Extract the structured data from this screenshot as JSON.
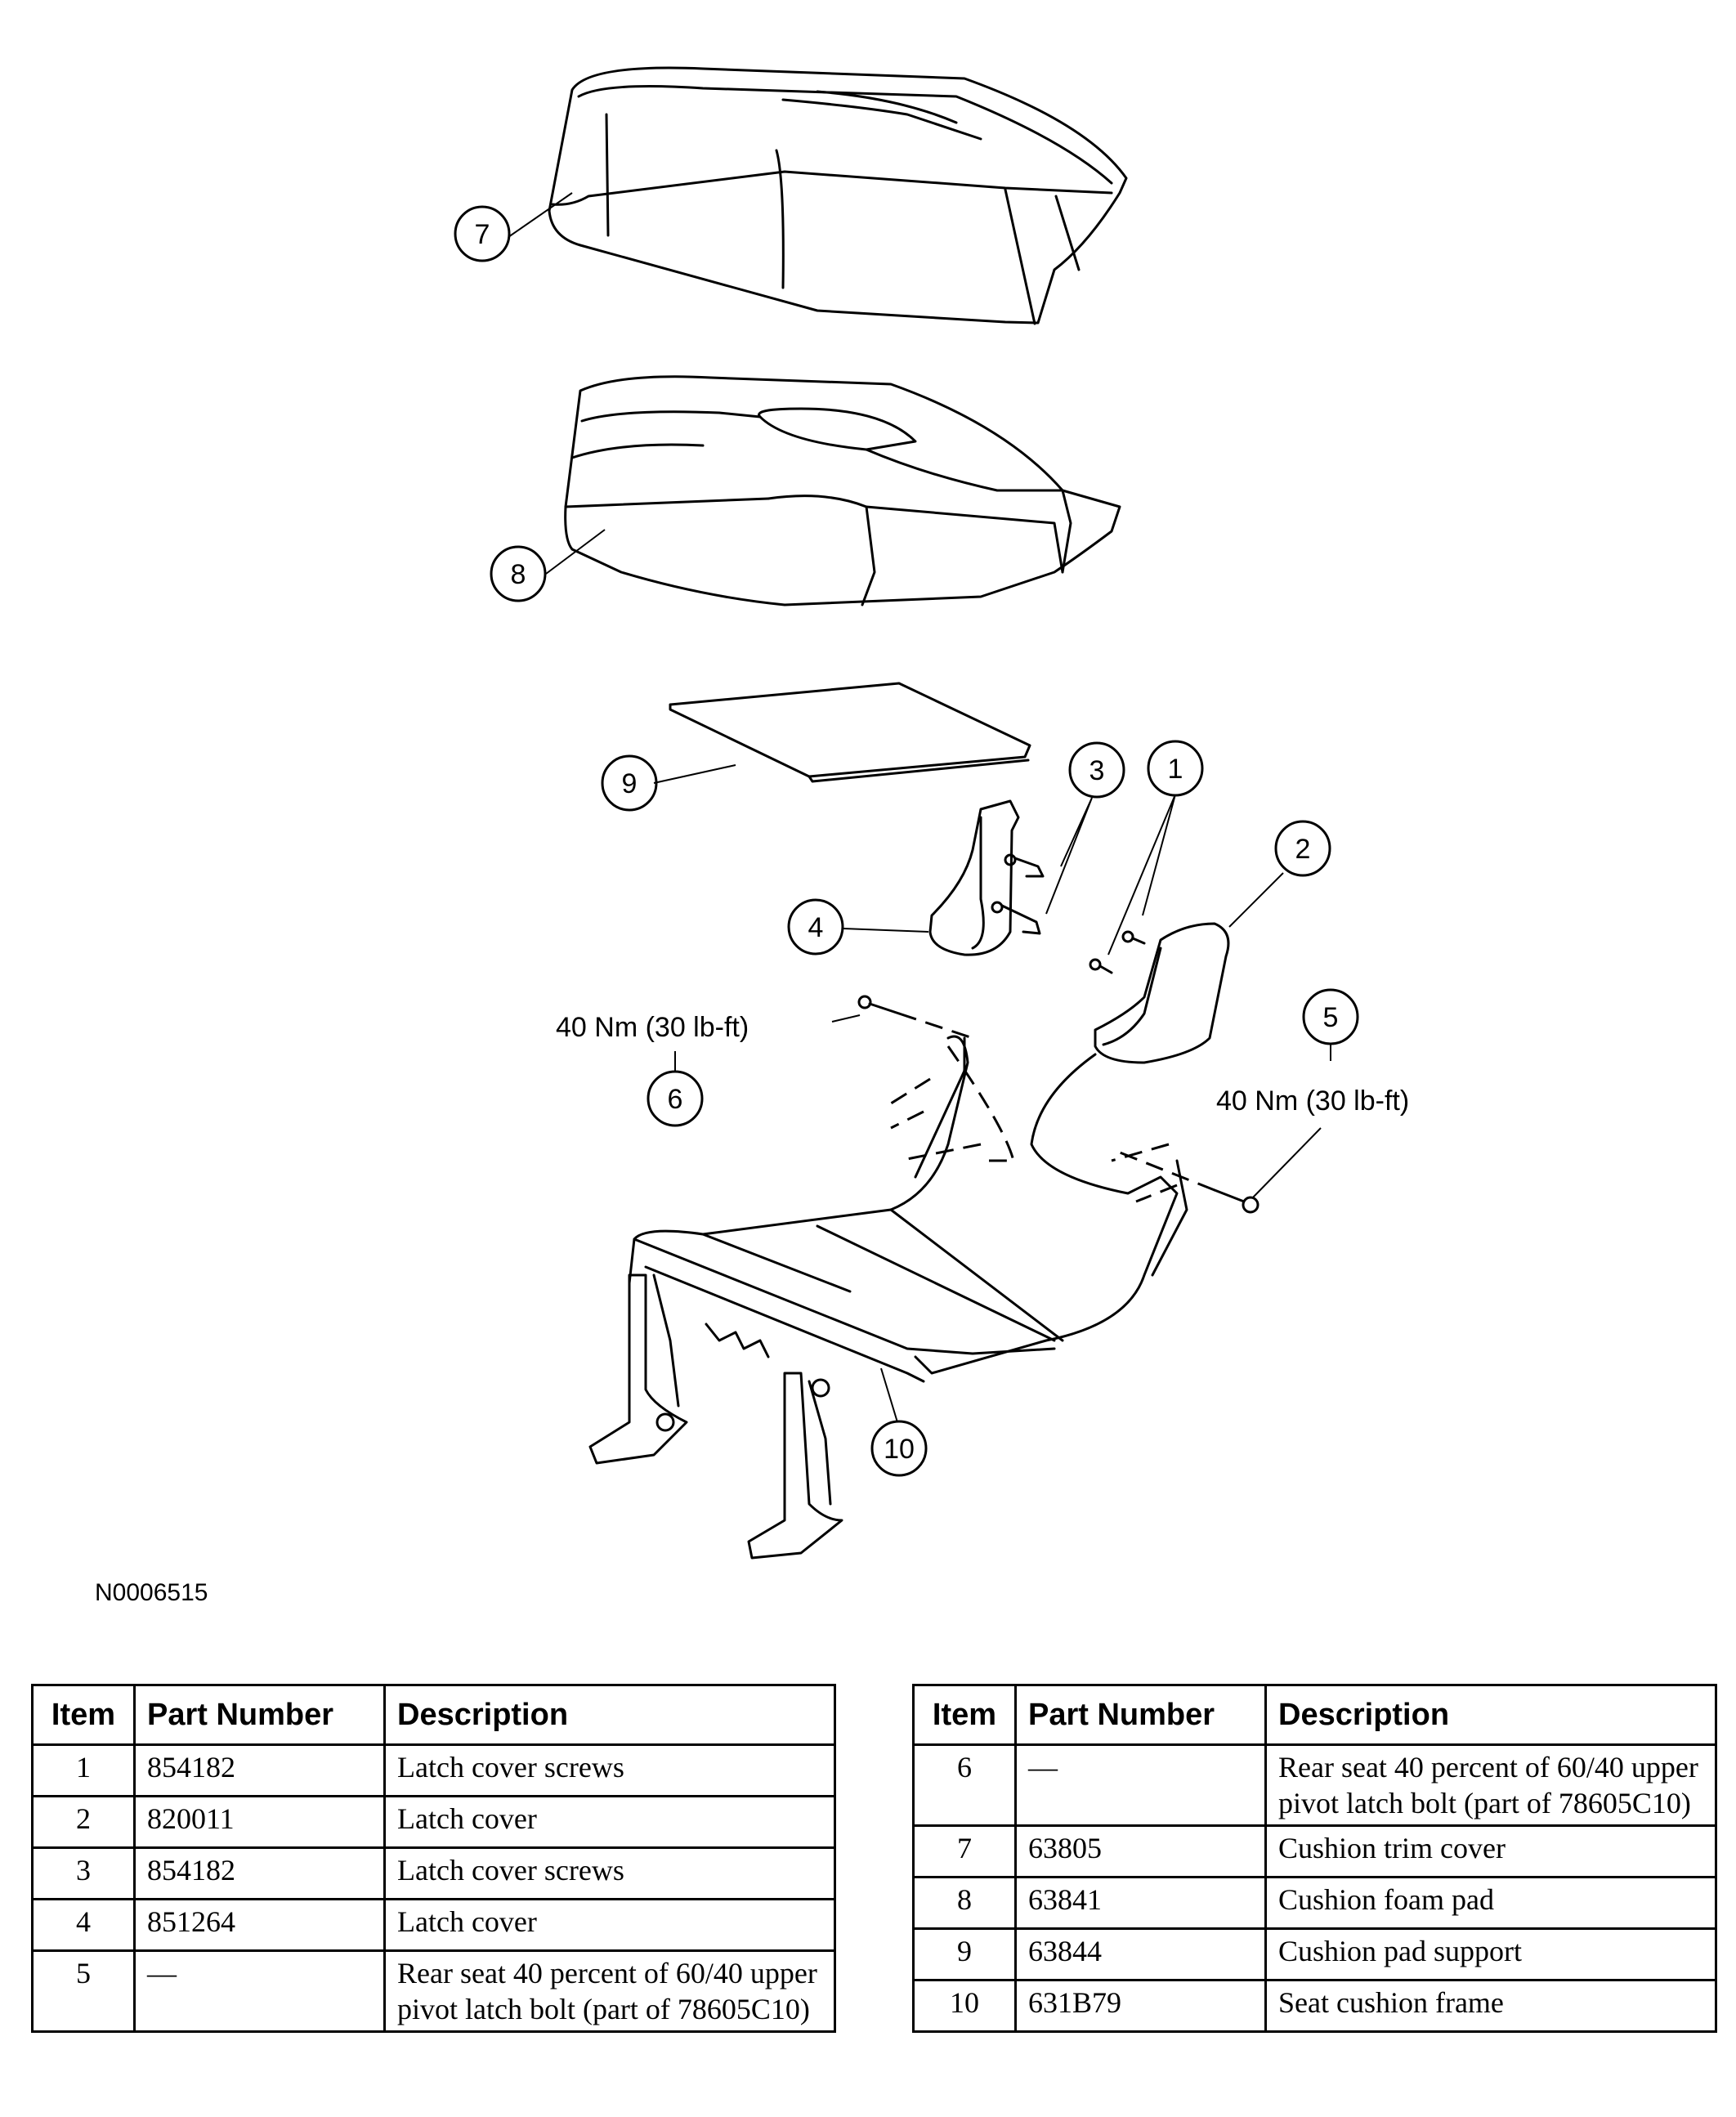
{
  "callouts": [
    "1",
    "2",
    "3",
    "4",
    "5",
    "6",
    "7",
    "8",
    "9",
    "10"
  ],
  "torque_labels": {
    "item6": "40 Nm (30 lb-ft)",
    "item5": "40 Nm (30 lb-ft)"
  },
  "figure_id": "N0006515",
  "table_headers": [
    "Item",
    "Part Number",
    "Description"
  ],
  "table_left": [
    {
      "item": "1",
      "part": "854182",
      "desc": "Latch cover screws"
    },
    {
      "item": "2",
      "part": "820011",
      "desc": "Latch cover"
    },
    {
      "item": "3",
      "part": "854182",
      "desc": "Latch cover screws"
    },
    {
      "item": "4",
      "part": "851264",
      "desc": "Latch cover"
    },
    {
      "item": "5",
      "part": "—",
      "desc": "Rear seat 40 percent of 60/40 upper pivot latch bolt (part of 78605C10)"
    }
  ],
  "table_right": [
    {
      "item": "6",
      "part": "—",
      "desc": "Rear seat 40 percent of 60/40 upper pivot latch bolt (part of 78605C10)"
    },
    {
      "item": "7",
      "part": "63805",
      "desc": "Cushion trim cover"
    },
    {
      "item": "8",
      "part": "63841",
      "desc": "Cushion foam pad"
    },
    {
      "item": "9",
      "part": "63844",
      "desc": "Cushion pad support"
    },
    {
      "item": "10",
      "part": "631B79",
      "desc": "Seat cushion frame"
    }
  ]
}
